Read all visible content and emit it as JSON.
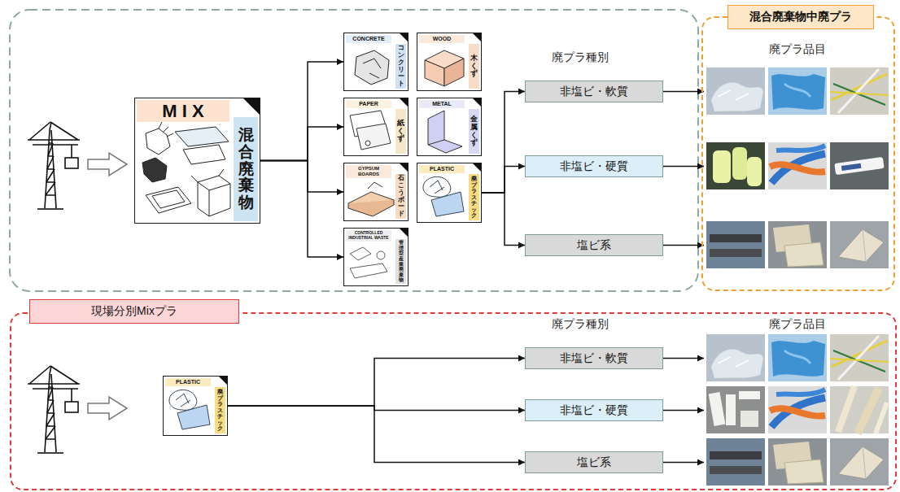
{
  "diagram": {
    "nodes": [
      {
        "text": [
          "M I X",
          "混合廃棄物"
        ]
      },
      {
        "text": [
          "CONCRETE",
          "コンクリート"
        ]
      },
      {
        "text": [
          "WOOD",
          "木くず"
        ]
      },
      {
        "text": [
          "PAPER",
          "紙くず"
        ]
      },
      {
        "text": [
          "METAL",
          "金属くず"
        ]
      },
      {
        "text": [
          "GYPSUM BOARDS",
          "石こうボード"
        ]
      },
      {
        "text": [
          "PLASTIC",
          "廃プラスチック"
        ]
      },
      {
        "text": [
          "CONTROLLED INDUSTRIAL WASTE",
          "管理型産業廃棄物"
        ]
      },
      {
        "text": [
          "非塩ビ・軟質"
        ]
      },
      {
        "text": [
          "非塩ビ・硬質"
        ]
      },
      {
        "text": [
          "塩ビ系"
        ]
      },
      {
        "text": [
          "混合廃棄物中廃プラ"
        ]
      },
      {
        "text": [
          "現場分別Mixプラ"
        ]
      },
      {
        "text": [
          "PLASTIC",
          "廃プラスチック"
        ],
        "in": 12
      },
      {
        "text": [
          "非塩ビ・軟質"
        ],
        "in": 12
      },
      {
        "text": [
          "非塩ビ・硬質"
        ],
        "in": 12
      },
      {
        "text": [
          "塩ビ系"
        ],
        "in": 12
      }
    ],
    "edges": [
      {
        "from": 0,
        "to": 1,
        "arrow": "to"
      },
      {
        "from": 0,
        "to": 3,
        "arrow": "to"
      },
      {
        "from": 0,
        "to": 5,
        "arrow": "to"
      },
      {
        "from": 0,
        "to": 7,
        "arrow": "to"
      },
      {
        "from": 6,
        "to": 8,
        "arrow": "to"
      },
      {
        "from": 6,
        "to": 9,
        "arrow": "to"
      },
      {
        "from": 6,
        "to": 10,
        "arrow": "to"
      },
      {
        "from": 13,
        "to": 14,
        "arrow": "to"
      },
      {
        "from": 13,
        "to": 15,
        "arrow": "to"
      },
      {
        "from": 13,
        "to": 16,
        "arrow": "to"
      }
    ],
    "labels": [
      "廃プラ種別",
      "廃プラ品目",
      "廃プラ種別",
      "廃プラ品目"
    ]
  }
}
